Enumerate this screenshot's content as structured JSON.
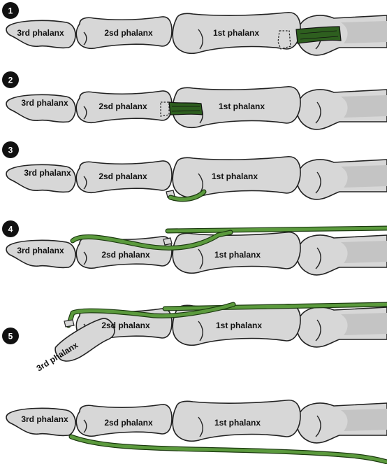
{
  "panels": [
    {
      "badge": "1",
      "labels": {
        "distal": "3rd phalanx",
        "middle": "2sd phalanx",
        "proximal": "1st phalanx"
      }
    },
    {
      "badge": "2",
      "labels": {
        "distal": "3rd phalanx",
        "middle": "2sd phalanx",
        "proximal": "1st phalanx"
      }
    },
    {
      "badge": "3",
      "labels": {
        "distal": "3rd phalanx",
        "middle": "2sd phalanx",
        "proximal": "1st phalanx"
      }
    },
    {
      "badge": "4",
      "labels": {
        "distal": "3rd phalanx",
        "middle": "2sd phalanx",
        "proximal": "1st phalanx"
      }
    },
    {
      "badge": "5",
      "labels": {
        "distal": "3rd phalanx",
        "middle": "2sd phalanx",
        "proximal": "1st phalanx"
      }
    },
    {
      "badge": "",
      "labels": {
        "distal": "3rd phalanx",
        "middle": "2sd phalanx",
        "proximal": "1st phalanx"
      }
    }
  ],
  "colors": {
    "bone": "#d7d7d7",
    "tendon": "#5b9a3d",
    "ligament": "#2e5f1f",
    "outline": "#222222"
  }
}
